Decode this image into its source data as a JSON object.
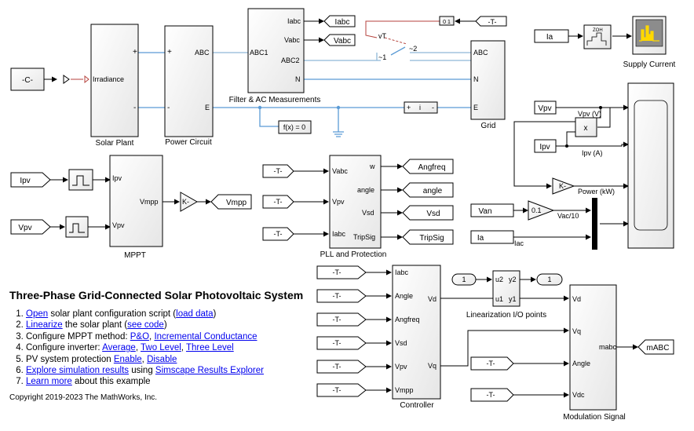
{
  "blocks": {
    "constant_c": "-C-",
    "irradiance_port": "Irradiance",
    "solar_plant": "Solar Plant",
    "power_circuit": "Power Circuit",
    "pc_abc": "ABC",
    "pc_e": "E",
    "plus": "+",
    "minus": "-",
    "filter_iabc": "Iabc",
    "filter_vabc": "Vabc",
    "filter_abc1": "ABC1",
    "filter_abc2": "ABC2",
    "filter_n": "N",
    "filter_title": "Filter & AC Measurements",
    "goto_iabc": "Iabc",
    "goto_vabc": "Vabc",
    "switch_vt": "vT",
    "switch_1": "~1",
    "switch_2": "~2",
    "from_t_top": "-T-",
    "switch_icon": "0 1",
    "grid_abc": "ABC",
    "grid_n": "N",
    "grid_e": "E",
    "grid_title": "Grid",
    "sensor_plus": "+",
    "sensor_i": "i",
    "sensor_minus": "-",
    "fx": "f(x) = 0",
    "from_ia_top": "Ia",
    "zoh": "ZOH",
    "supply_current": "Supply Current",
    "from_vpv_right": "Vpv",
    "from_ipv_right": "Ipv",
    "mult": "x",
    "vpv_v": "Vpv (V)",
    "ipv_a": "Ipv (A)",
    "gain_k_right": "K-",
    "power_kw": "Power (kW)",
    "from_van": "Van",
    "gain_01": "0.1",
    "vac_10": "Vac/10",
    "from_ia_bottom": "Ia",
    "iac": "Iac",
    "from_ipv_left": "Ipv",
    "from_vpv_left": "Vpv",
    "mppt_ipv": "Ipv",
    "mppt_vpv": "Vpv",
    "mppt_vmpp": "Vmpp",
    "mppt_title": "MPPT",
    "gain_k_left": "K-",
    "goto_vmpp": "Vmpp",
    "pll_from_1": "-T-",
    "pll_from_2": "-T-",
    "pll_from_3": "-T-",
    "pll_vabc": "Vabc",
    "pll_vpv": "Vpv",
    "pll_iabc": "Iabc",
    "pll_w": "w",
    "pll_angle": "angle",
    "pll_vsd": "Vsd",
    "pll_tripsig": "TripSig",
    "pll_title": "PLL and Protection",
    "goto_angfreq": "Angfreq",
    "goto_angle": "angle",
    "goto_vsd": "Vsd",
    "goto_tripsig": "TripSig",
    "ctrl_from": "-T-",
    "ctrl_iabc": "Iabc",
    "ctrl_angle": "Angle",
    "ctrl_angfreq": "Angfreq",
    "ctrl_vsd": "Vsd",
    "ctrl_vpv": "Vpv",
    "ctrl_vmpp": "Vmpp",
    "ctrl_vd": "Vd",
    "ctrl_vq": "Vq",
    "ctrl_title": "Controller",
    "lin_in": "1",
    "lin_out": "1",
    "lin_u2": "u2",
    "lin_y2": "y2",
    "lin_u1": "u1",
    "lin_y1": "y1",
    "lin_title": "Linearization I/O points",
    "mod_vd": "Vd",
    "mod_vq": "Vq",
    "mod_angle": "Angle",
    "mod_vdc": "Vdc",
    "mod_mabc": "mabc",
    "mod_title": "Modulation Signal",
    "mod_from_1": "-T-",
    "mod_from_2": "-T-",
    "goto_mabc": "mABC"
  },
  "panel": {
    "title": "Three-Phase Grid-Connected Solar Photovoltaic System",
    "items": [
      {
        "parts": [
          {
            "link": "Open"
          },
          {
            "text": " solar plant configuration script ("
          },
          {
            "link": "load data"
          },
          {
            "text": ")"
          }
        ]
      },
      {
        "parts": [
          {
            "link": "Linearize"
          },
          {
            "text": " the solar plant ("
          },
          {
            "link": "see code"
          },
          {
            "text": ")"
          }
        ]
      },
      {
        "parts": [
          {
            "text": "Configure MPPT method: "
          },
          {
            "link": "P&O"
          },
          {
            "text": ", "
          },
          {
            "link": "Incremental Conductance"
          }
        ]
      },
      {
        "parts": [
          {
            "text": "Configure inverter: "
          },
          {
            "link": "Average"
          },
          {
            "text": ", "
          },
          {
            "link": "Two Level"
          },
          {
            "text": ", "
          },
          {
            "link": "Three Level"
          }
        ]
      },
      {
        "parts": [
          {
            "text": "PV system protection "
          },
          {
            "link": "Enable"
          },
          {
            "text": ", "
          },
          {
            "link": "Disable"
          }
        ]
      },
      {
        "parts": [
          {
            "link": "Explore simulation results"
          },
          {
            "text": " using "
          },
          {
            "link": "Simscape Results Explorer"
          }
        ]
      },
      {
        "parts": [
          {
            "link": "Learn more"
          },
          {
            "text": " about this example"
          }
        ]
      }
    ],
    "copyright": "Copyright 2019-2023 The MathWorks, Inc."
  }
}
